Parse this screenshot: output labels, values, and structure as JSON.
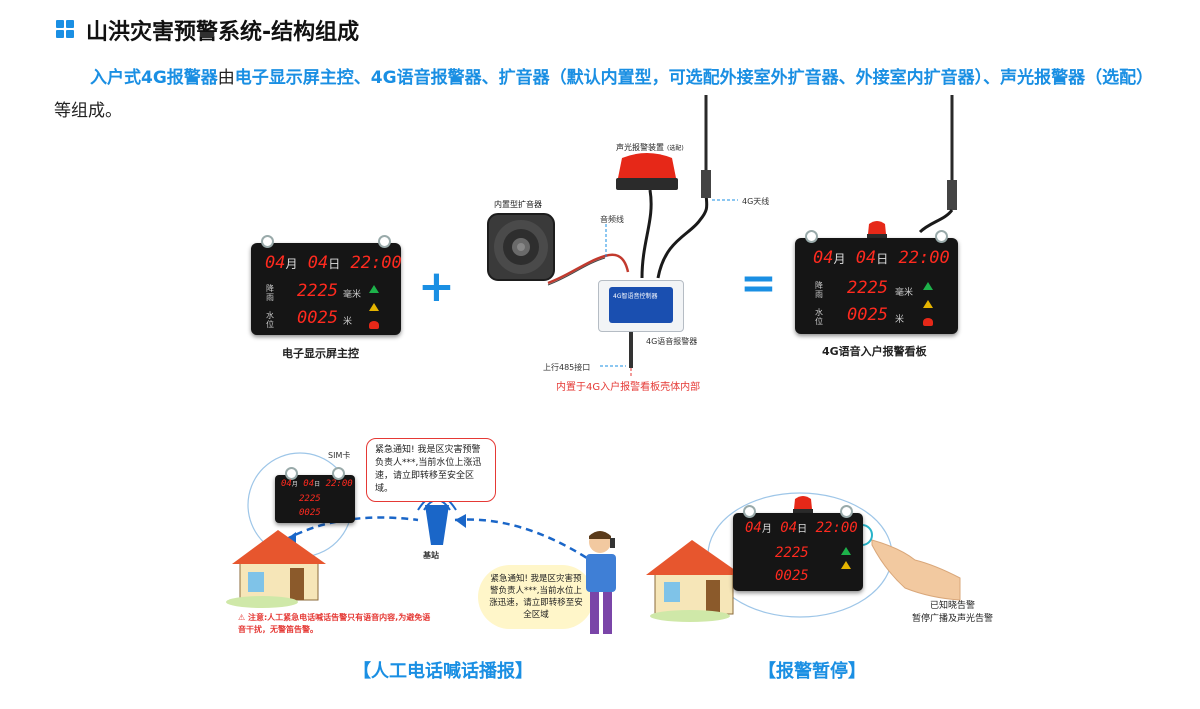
{
  "header": {
    "title": "山洪灾害预警系统-结构组成",
    "intro": {
      "part1": "入户式4G报警器",
      "part2": "由",
      "part3": "电子显示屏主控、4G语音报警器、扩音器（默认内置型，可选配外接室外扩音器、外接室内扩音器）、声光报警器（选配）",
      "part4": "等组成。"
    }
  },
  "display": {
    "month_num": "04",
    "month_cn": "月",
    "day_num": "04",
    "day_cn": "日",
    "time": "22:00",
    "rain_label": "降雨",
    "rain_value": "2225",
    "rain_unit": "毫米",
    "water_label": "水位",
    "water_value": "0025",
    "water_unit": "米"
  },
  "diagram": {
    "caption_screen": "电子显示屏主控",
    "caption_speaker": "内置型扩音器",
    "caption_alarm_light": "声光报警装置",
    "caption_alarm_light_opt": "(选配)",
    "caption_audio_line": "音频线",
    "caption_antenna": "4G天线",
    "caption_controller": "4G语音报警器",
    "controller_label": "4G智语音控制器",
    "caption_rs485": "上行485接口",
    "caption_builtin": "内置于4G入户报警看板壳体内部",
    "caption_result": "4G语音入户报警看板",
    "plus": "+",
    "equals": "="
  },
  "scenario_left": {
    "sim_label": "SIM卡",
    "base_station": "基站",
    "bubble_text": "紧急通知! 我是区灾害预警负责人***,当前水位上涨迅速，请立即转移至安全区域。",
    "caller_text": "紧急通知! 我是区灾害预警负责人***,当前水位上涨迅速，请立即转移至安全区域",
    "warning": "注意:人工紧急电话喊话告警只有语音内容,为避免语音干扰，无警笛告警。",
    "title": "【人工电话喊话播报】"
  },
  "scenario_right": {
    "ack_line1": "已知晓告警",
    "ack_line2": "暂停广播及声光告警",
    "title": "【报警暂停】"
  },
  "colors": {
    "accent": "#1a8fe3",
    "led_red": "#ff2a1f",
    "alert_red": "#e53935"
  }
}
